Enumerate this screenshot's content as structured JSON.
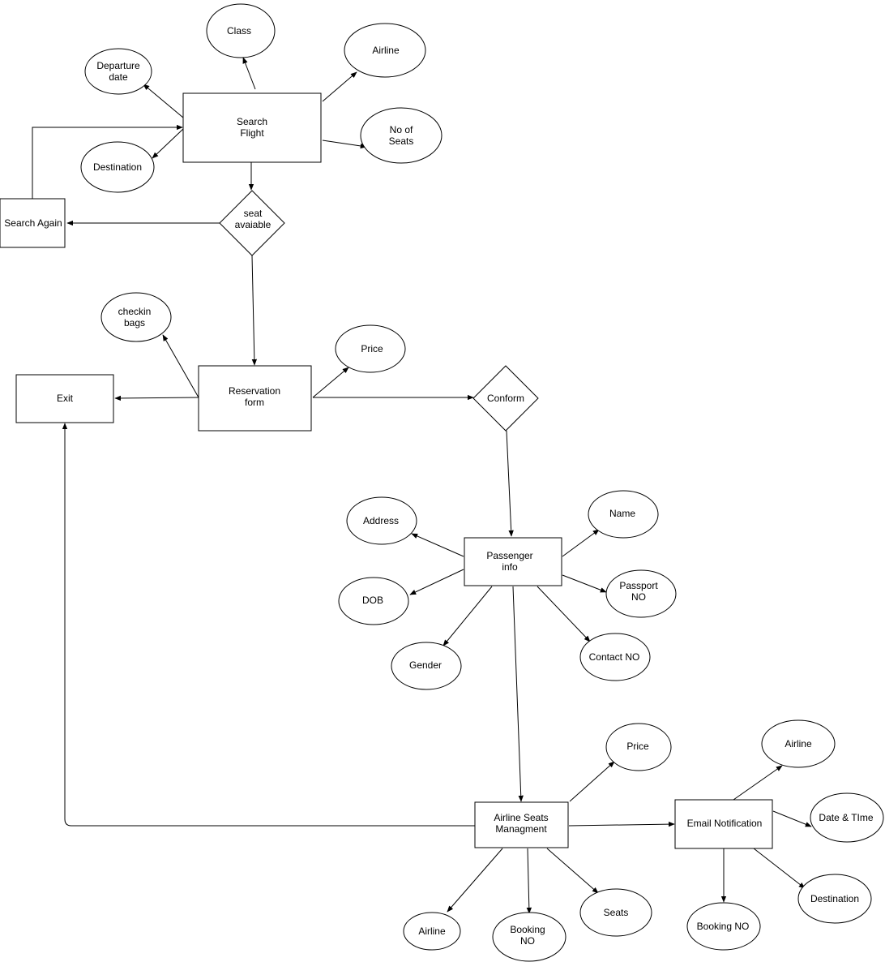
{
  "nodes": {
    "search_flight": "Search\nFlight",
    "class": "Class",
    "airline_top": "Airline",
    "departure_date": "Departure\ndate",
    "no_of_seats": "No of\nSeats",
    "destination_top": "Destination",
    "search_again": "Search Again",
    "seat_available": "seat\navaiable",
    "checkin_bags": "checkin\nbags",
    "price_top": "Price",
    "exit": "Exit",
    "reservation_form": "Reservation\nform",
    "conform": "Conform",
    "address": "Address",
    "name": "Name",
    "passenger_info": "Passenger\ninfo",
    "passport_no": "Passport\nNO",
    "dob": "DOB",
    "gender": "Gender",
    "contact_no": "Contact NO",
    "price_bottom": "Price",
    "airline_right": "Airline",
    "airline_seats_management": "Airline Seats\nManagment",
    "email_notification": "Email Notification",
    "date_time": "Date & TIme",
    "airline_bottom": "Airline",
    "booking_no_bottom": "Booking\nNO",
    "seats": "Seats",
    "destination_bottom": "Destination",
    "booking_no_right": "Booking NO"
  }
}
